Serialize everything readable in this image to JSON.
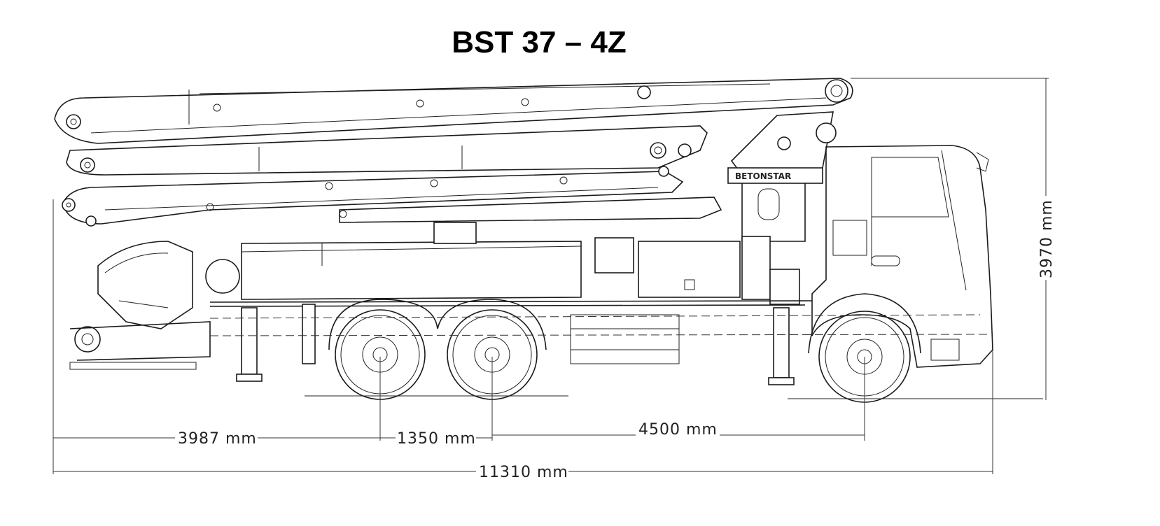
{
  "title": "BST 37 – 4Z",
  "brand_plate": "BETONSTAR",
  "dimensions": {
    "rear_overhang": "3987 mm",
    "axle_spacing": "1350 mm",
    "wheelbase": "4500 mm",
    "overall_length": "11310 mm",
    "overall_height": "3970 mm"
  }
}
